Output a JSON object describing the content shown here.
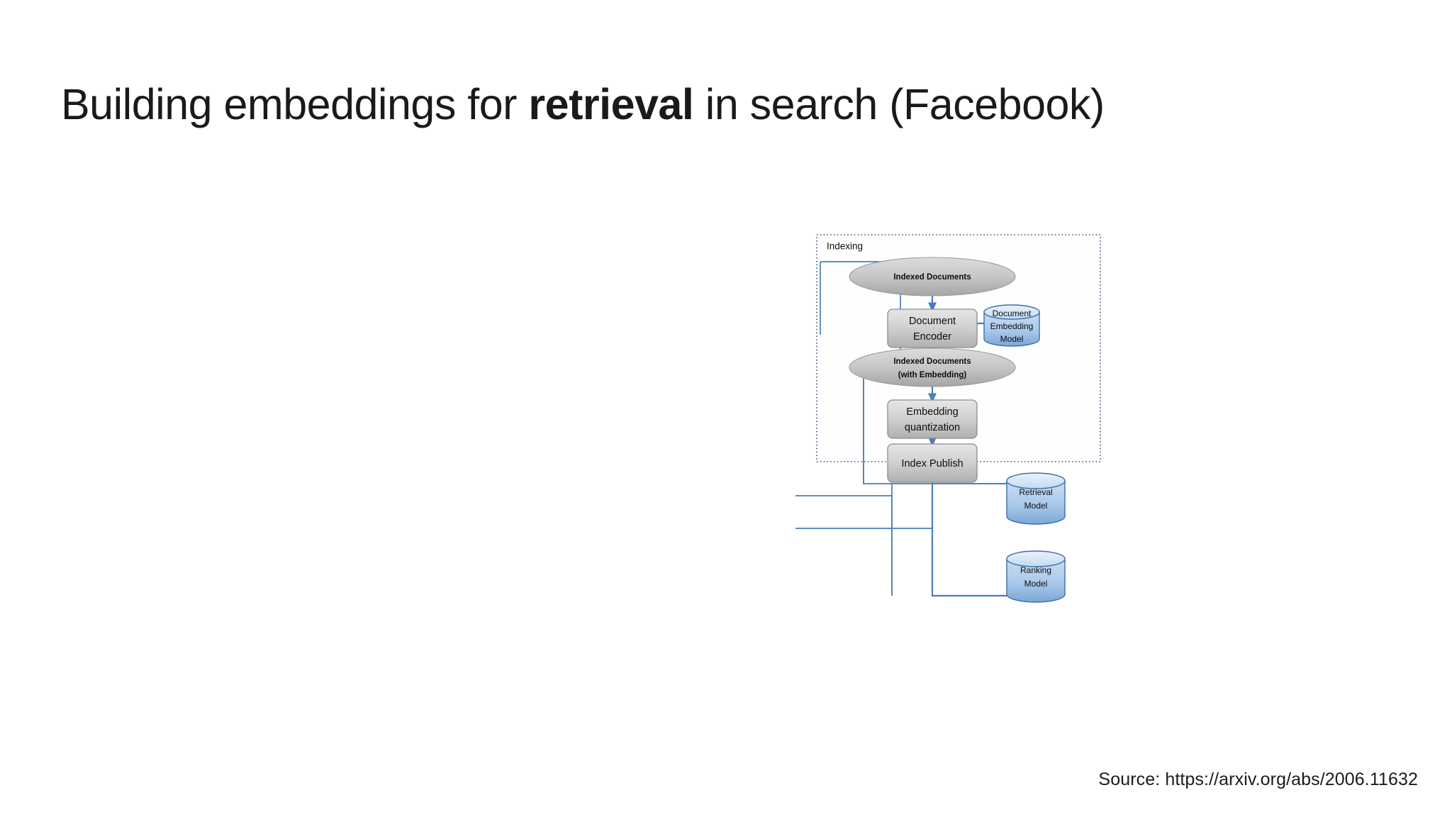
{
  "slide": {
    "title_prefix": "Building embeddings for ",
    "title_emphasis": "retrieval",
    "title_suffix": " in search (Facebook)",
    "source": "Source: https://arxiv.org/abs/2006.11632"
  },
  "figure": {
    "group_label": "Indexing",
    "nodes": {
      "indexed_documents": "Indexed Documents",
      "document_encoder_line1": "Document",
      "document_encoder_line2": "Encoder",
      "document_embedding_model_line1": "Document",
      "document_embedding_model_line2": "Embedding",
      "document_embedding_model_line3": "Model",
      "indexed_documents_emb_line1": "Indexed Documents",
      "indexed_documents_emb_line2": "(with Embedding)",
      "embedding_quantization_line1": "Embedding",
      "embedding_quantization_line2": "quantization",
      "index_publish": "Index Publish",
      "retrieval_model_line1": "Retrieval",
      "retrieval_model_line2": "Model",
      "ranking_model_line1": "Ranking",
      "ranking_model_line2": "Model"
    },
    "colors": {
      "connector": "#4a7ebb",
      "group_border": "#3f4f7f",
      "process_fill_top": "#e2e2e2",
      "process_fill_bottom": "#b7b7b7",
      "process_stroke": "#8c8c8c",
      "ellipse_fill_top": "#d5d5d5",
      "ellipse_fill_bottom": "#a8a8a8",
      "cylinder_fill_top": "#d9e7f7",
      "cylinder_fill_bottom": "#7fa9d8",
      "cylinder_stroke": "#3d6fa8",
      "text": "#0d0d0d",
      "background": "#ffffff"
    }
  }
}
